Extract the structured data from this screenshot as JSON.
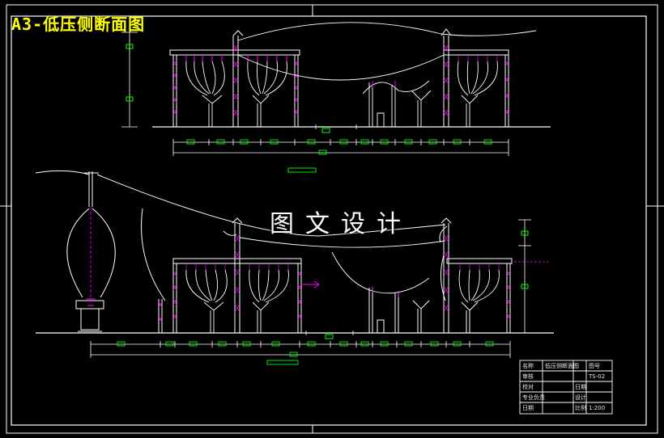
{
  "drawing": {
    "title": "A3-低压侧断面图",
    "watermark": "图文设计"
  },
  "title_block": {
    "r1c1": "名称",
    "r1c2": "低压侧断面图",
    "r1c3": "图号",
    "r2c1": "审核",
    "r2c3": "TS-02",
    "r3c1": "校对",
    "r3c3": "日期",
    "r4c1": "专业负责",
    "r4c3": "设计",
    "r5c1": "日期",
    "r5c3": "比例",
    "r5c4": "1:200"
  },
  "colors": {
    "background": "#000000",
    "structure": "#ffffff",
    "insulator": "#ff00ff",
    "dimension": "#00ff00",
    "title": "#ffff00"
  }
}
